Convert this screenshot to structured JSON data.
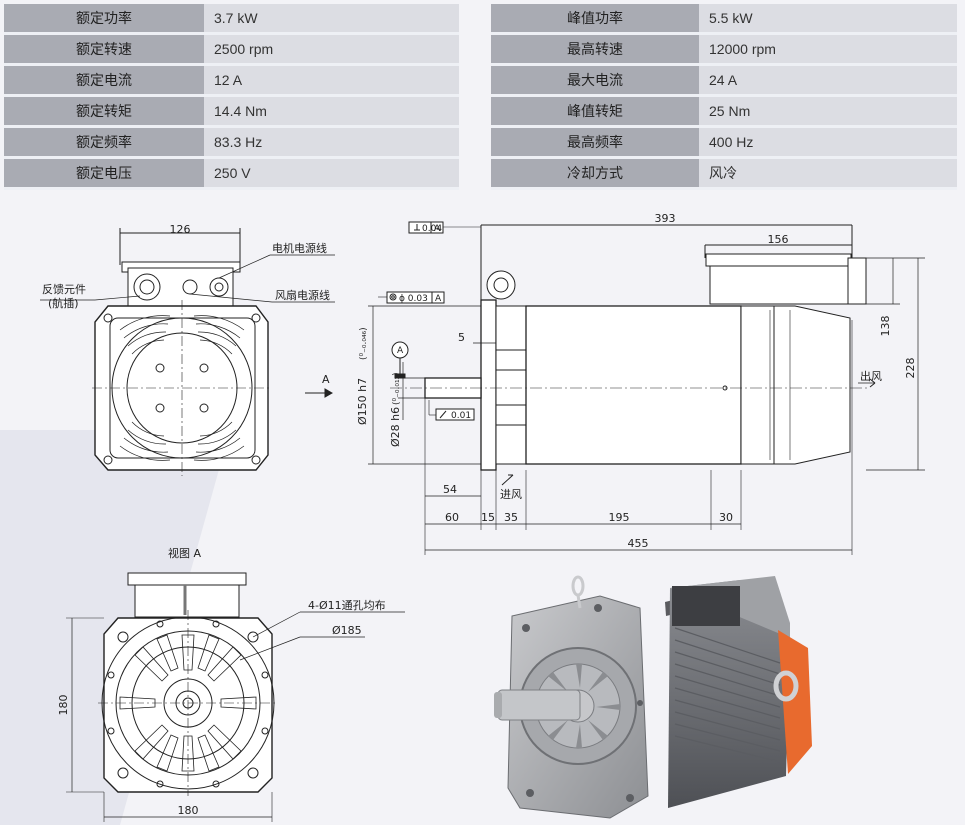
{
  "specs_left": [
    {
      "label": "额定功率",
      "value": "3.7 kW"
    },
    {
      "label": "额定转速",
      "value": "2500 rpm"
    },
    {
      "label": "额定电流",
      "value": "12 A"
    },
    {
      "label": "额定转矩",
      "value": "14.4 Nm"
    },
    {
      "label": "额定频率",
      "value": "83.3 Hz"
    },
    {
      "label": "额定电压",
      "value": "250 V"
    }
  ],
  "specs_right": [
    {
      "label": "峰值功率",
      "value": "5.5 kW"
    },
    {
      "label": "最高转速",
      "value": "12000 rpm"
    },
    {
      "label": "最大电流",
      "value": "24 A"
    },
    {
      "label": "峰值转矩",
      "value": "25 Nm"
    },
    {
      "label": "最高频率",
      "value": "400 Hz"
    },
    {
      "label": "冷却方式",
      "value": "风冷"
    }
  ],
  "front_view": {
    "width_dim": "126",
    "motor_power_cable": "电机电源线",
    "fan_power_cable": "风扇电源线",
    "feedback_line1": "反馈元件",
    "feedback_line2": "(航插)"
  },
  "side_view": {
    "flatness_tol": "0.04",
    "datum": "A",
    "concentric_tol": "ϕ 0.03",
    "runout_tol": "0.01",
    "dim_393": "393",
    "dim_156": "156",
    "dim_138": "138",
    "dim_228": "228",
    "dim_5": "5",
    "dim_54": "54",
    "dim_60": "60",
    "dim_15": "15",
    "dim_35": "35",
    "dim_195": "195",
    "dim_30": "30",
    "dim_455": "455",
    "spigot_dia": "Ø150 h7",
    "spigot_tol": "(⁰₋₀.₀₄₆)",
    "shaft_dia": "Ø28 h6",
    "shaft_tol": "(⁰₋₀.₀₁₃)",
    "air_out": "出风",
    "air_in": "进风",
    "view_arrow": "A"
  },
  "view_a": {
    "title": "视图 A",
    "holes": "4-Ø11通孔均布",
    "pcd": "Ø185",
    "height": "180",
    "width": "180"
  },
  "photo_caption": ""
}
